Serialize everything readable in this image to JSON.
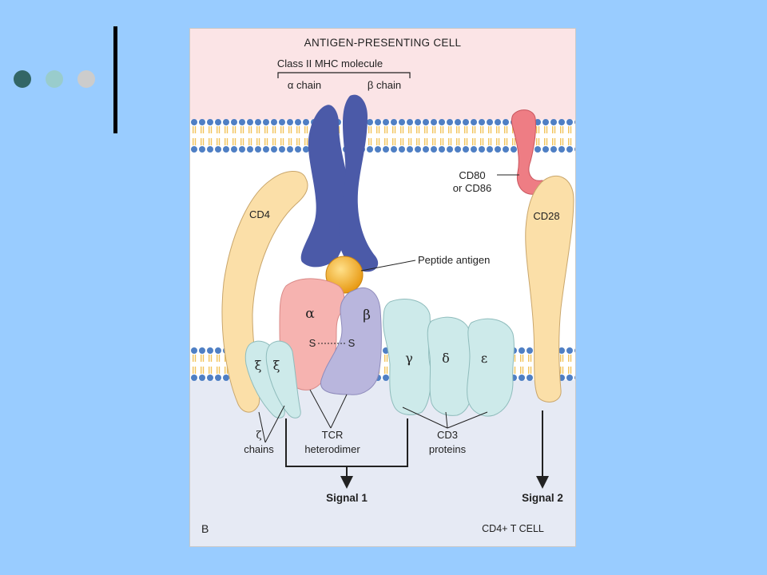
{
  "slide": {
    "decor_dot_colors": [
      "#336666",
      "#99cccc",
      "#cccccc"
    ]
  },
  "diagram": {
    "top_region_label": "ANTIGEN-PRESENTING CELL",
    "mhc_label": "Class II MHC molecule",
    "alpha_chain_label": "α chain",
    "beta_chain_label": "β chain",
    "cd80_label_line1": "CD80",
    "cd80_label_line2": "or CD86",
    "cd4_label": "CD4",
    "cd28_label": "CD28",
    "peptide_label": "Peptide antigen",
    "tcr_alpha": "α",
    "tcr_beta": "β",
    "disulfide_left": "S",
    "disulfide_right": "S",
    "xi_1": "ξ",
    "xi_2": "ξ",
    "gamma": "γ",
    "delta": "δ",
    "epsilon": "ε",
    "zeta_line1": "ζ",
    "zeta_line2": "chains",
    "tcr_line1": "TCR",
    "tcr_line2": "heterodimer",
    "cd3_line1": "CD3",
    "cd3_line2": "proteins",
    "signal1": "Signal 1",
    "signal2": "Signal 2",
    "panel_letter": "B",
    "bottom_region_label": "CD4+ T CELL"
  },
  "colors": {
    "apc_background": "#fbe4e6",
    "tcell_background": "#e6eaf4",
    "membrane_head": "#4f7fc4",
    "membrane_tail": "#f2c35a",
    "mhc": "#4b5aa8",
    "cd80": "#ee7d84",
    "cd4_cd28": "#fbdfa8",
    "peptide": "#f0a824",
    "tcr_alpha_color": "#f6b3b0",
    "tcr_beta_color": "#b9b6dd",
    "cd3_color": "#cdeaea"
  }
}
